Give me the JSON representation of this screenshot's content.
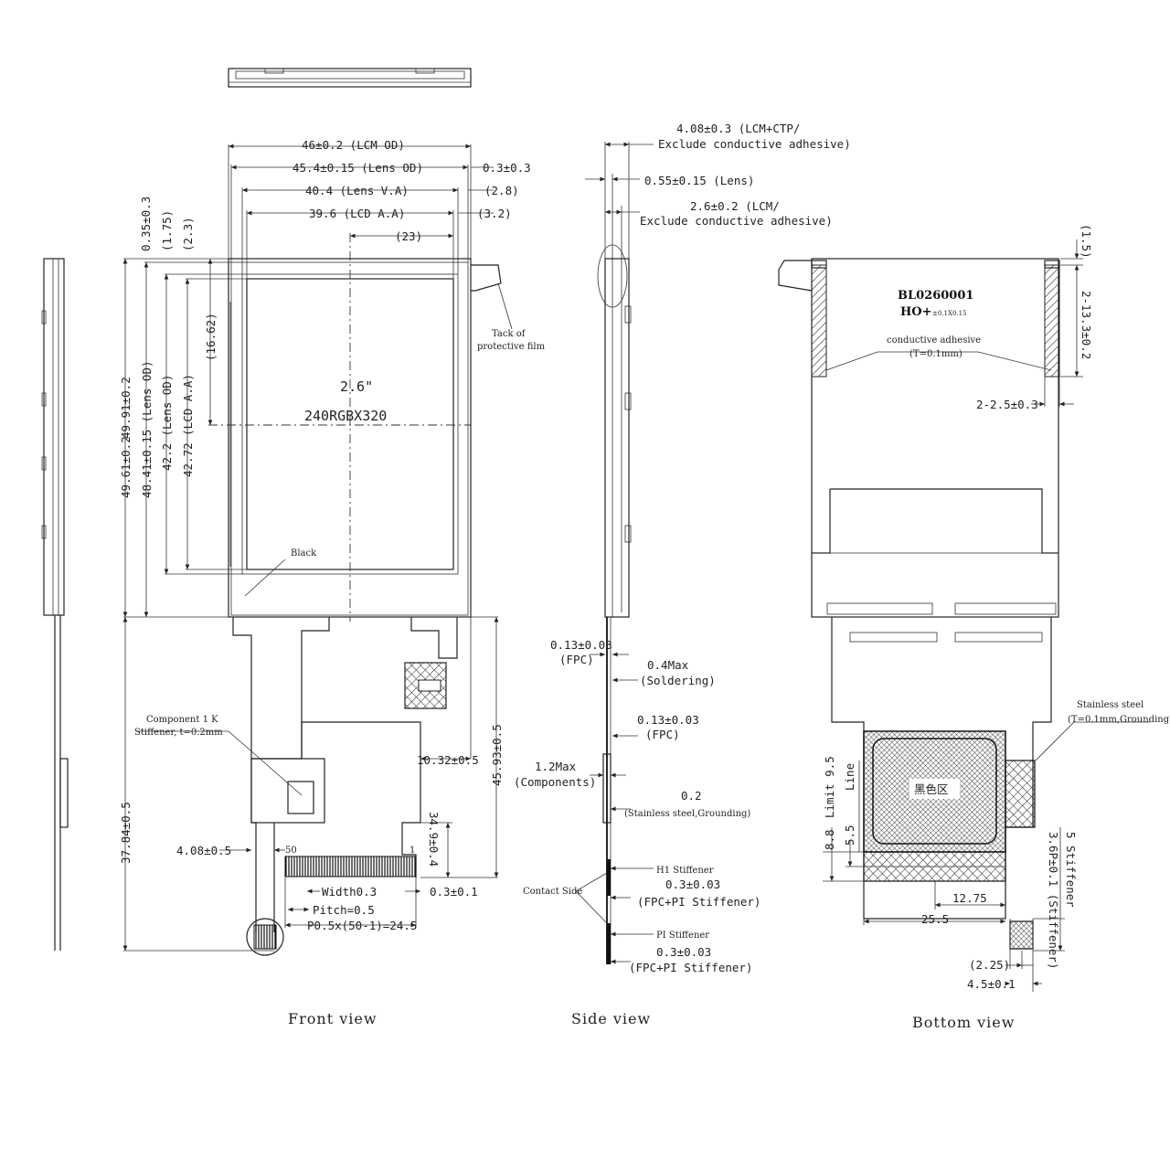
{
  "views": {
    "front": "Front view",
    "side": "Side view",
    "bottom": "Bottom view"
  },
  "front": {
    "lcm_od": "46±0.2 (LCM OD)",
    "lens_od": "45.4±0.15 (Lens OD)",
    "lens_od_offset": "0.3±0.3",
    "lens_va": "40.4 (Lens V.A)",
    "lens_va_offset": "(2.8)",
    "lcd_aa": "39.6 (LCD A.A)",
    "lcd_aa_offset": "(3.2)",
    "center_offset": "(23)",
    "v_035": "0.35±0.3",
    "v_175": "(1.75)",
    "v_23": "(2.3)",
    "v_1662": "(16.62)",
    "v_4961": "49.61±0.2",
    "v_4991": "49.91±0.2",
    "v_4841": "48.41±0.15 (Lens OD)",
    "v_422": "42.2 (Lens OD)",
    "v_4272": "42.72 (LCD A.A)",
    "screen_size": "2.6\"",
    "resolution": "240RGBX320",
    "tack_film_1": "Tack of",
    "tack_film_2": "protective film",
    "black": "Black",
    "component_1": "Component 1 K",
    "component_2": "Stiffener, t=0.2mm",
    "v_3784": "37.84±0.5",
    "v_4593": "45.93±0.5",
    "h_1032": "10.32±0.5",
    "v_349": "34.9±0.4",
    "h_408": "4.08±0.5",
    "pin_50": "50",
    "pin_1": "1",
    "width": "Width0.3",
    "pitch": "Pitch=0.5",
    "pitch_total": "P0.5x(50-1)=24.5",
    "offset_03": "0.3±0.1"
  },
  "side": {
    "t_total_1": "4.08±0.3 (LCM+CTP/",
    "t_total_2": "Exclude conductive adhesive)",
    "t_lens": "0.55±0.15 (Lens)",
    "t_lcm_1": "2.6±0.2 (LCM/",
    "t_lcm_2": "Exclude conductive adhesive)",
    "fpc_1": "0.13±0.03",
    "fpc_1b": "(FPC)",
    "solder_1": "0.4Max",
    "solder_2": "(Soldering)",
    "fpc_2": "0.13±0.03",
    "fpc_2b": "(FPC)",
    "comp_1": "1.2Max",
    "comp_2": "(Components)",
    "steel_1": "0.2",
    "steel_2": "(Stainless steel,Grounding)",
    "h1": "H1 Stiffener",
    "contact": "Contact Side",
    "fpc_pi_1": "0.3±0.03",
    "fpc_pi_1b": "(FPC+PI Stiffener)",
    "pi": "PI Stiffener",
    "fpc_pi_2": "0.3±0.03",
    "fpc_pi_2b": "(FPC+PI Stiffener)"
  },
  "bottom": {
    "part_no": "BL0260001",
    "ho": "HO+",
    "ho_tol": "±0.1X0.15",
    "adhesive_1": "conductive adhesive",
    "adhesive_2": "(T=0.1mm)",
    "v_15": "(1.5)",
    "v_213": "2-13.3±0.2",
    "h_225": "2-2.5±0.3",
    "steel_1": "Stainless steel",
    "steel_2": "(T=0.1mm,Grounding)",
    "black_zone": "黑色区",
    "limit": "Limit 9.5",
    "line": "Line",
    "v_88": "8.8",
    "v_55": "5.5",
    "h_1275": "12.75",
    "h_255": "25.5",
    "stiff_1": "5 Stiffener",
    "stiff_2": "3.6P±0.1 (Stiffener)",
    "h_225b": "(2.25)",
    "h_45": "4.5±0.1"
  }
}
